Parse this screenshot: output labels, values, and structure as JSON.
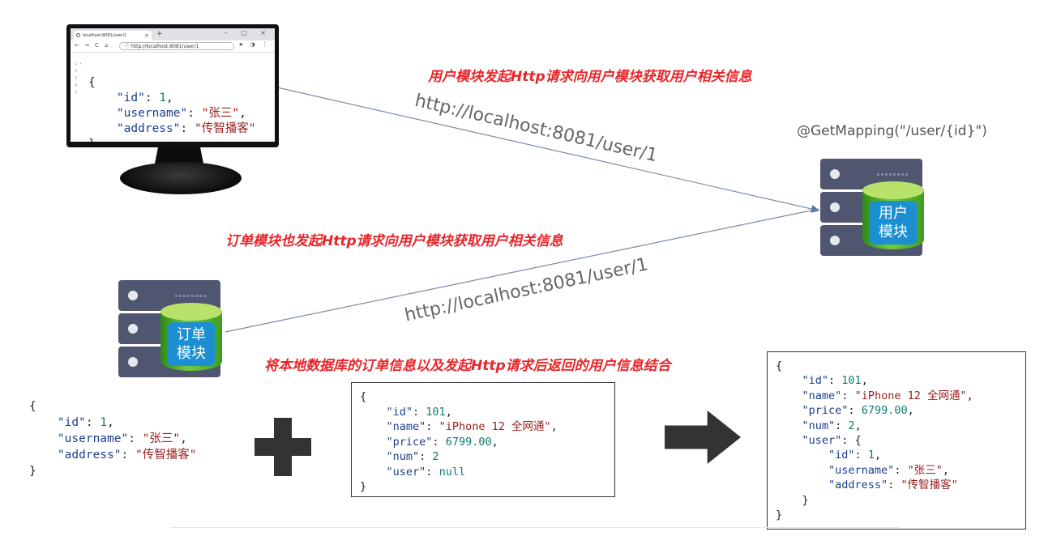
{
  "browser": {
    "tab_title": "localhost:8081/user/1",
    "tab_close": "×",
    "new_tab": "+",
    "window_controls": "– ▢ ×",
    "nav_back": "←",
    "nav_forward": "→",
    "nav_reload": "C",
    "nav_home": "⌂",
    "address_icon": "ⓘ",
    "address_url": "http://localhost:8081/user/1",
    "nav_right": "★ ◑ ⋮",
    "line_numbers": "1 ▾\n2\n3\n4\n5",
    "json": {
      "open": "{",
      "close": "}",
      "k_id": "\"id\"",
      "v_id": "1",
      "k_username": "\"username\"",
      "v_username": "\"张三\"",
      "k_address": "\"address\"",
      "v_address": "\"传智播客\""
    }
  },
  "captions": {
    "top": "用户模块发起Http请求向用户模块获取用户相关信息",
    "middle": "订单模块也发起Http请求向用户模块获取用户相关信息",
    "bottom": "将本地数据库的订单信息以及发起Http请求后返回的用户信息结合"
  },
  "urls": {
    "upper": "http://localhost:8081/user/1",
    "lower": "http://localhost:8081/user/1"
  },
  "mapping": "@GetMapping(\"/user/{id}\")",
  "user_module": {
    "line1": "用户",
    "line2": "模块"
  },
  "order_module": {
    "line1": "订单",
    "line2": "模块"
  },
  "user_json": {
    "open": "{",
    "close": "}",
    "k_id": "\"id\"",
    "v_id": "1",
    "k_username": "\"username\"",
    "v_username": "\"张三\"",
    "k_address": "\"address\"",
    "v_address": "\"传智播客\""
  },
  "order_json": {
    "open": "{",
    "close": "}",
    "k_id": "\"id\"",
    "v_id": "101",
    "k_name": "\"name\"",
    "v_name": "\"iPhone 12 全网通\"",
    "k_price": "\"price\"",
    "v_price": "6799.00",
    "k_num": "\"num\"",
    "v_num": "2",
    "k_user": "\"user\"",
    "v_user": "null"
  },
  "result_json": {
    "open": "{",
    "close": "}",
    "k_id": "\"id\"",
    "v_id": "101",
    "k_name": "\"name\"",
    "v_name": "\"iPhone 12 全网通\"",
    "k_price": "\"price\"",
    "v_price": "6799.00",
    "k_num": "\"num\"",
    "v_num": "2",
    "k_user": "\"user\"",
    "user_open": "{",
    "user_close": "}",
    "k_uid": "\"id\"",
    "v_uid": "1",
    "k_username": "\"username\"",
    "v_username": "\"张三\"",
    "k_address": "\"address\"",
    "v_address": "\"传智播客\""
  },
  "colors": {
    "caption": "#e8262a",
    "server": "#505670",
    "module_label": "#1b8fd2",
    "json_key": "#1c3e8c",
    "json_string": "#9b2020",
    "json_number": "#0e7c6f",
    "connector": "#7f8aa8"
  }
}
